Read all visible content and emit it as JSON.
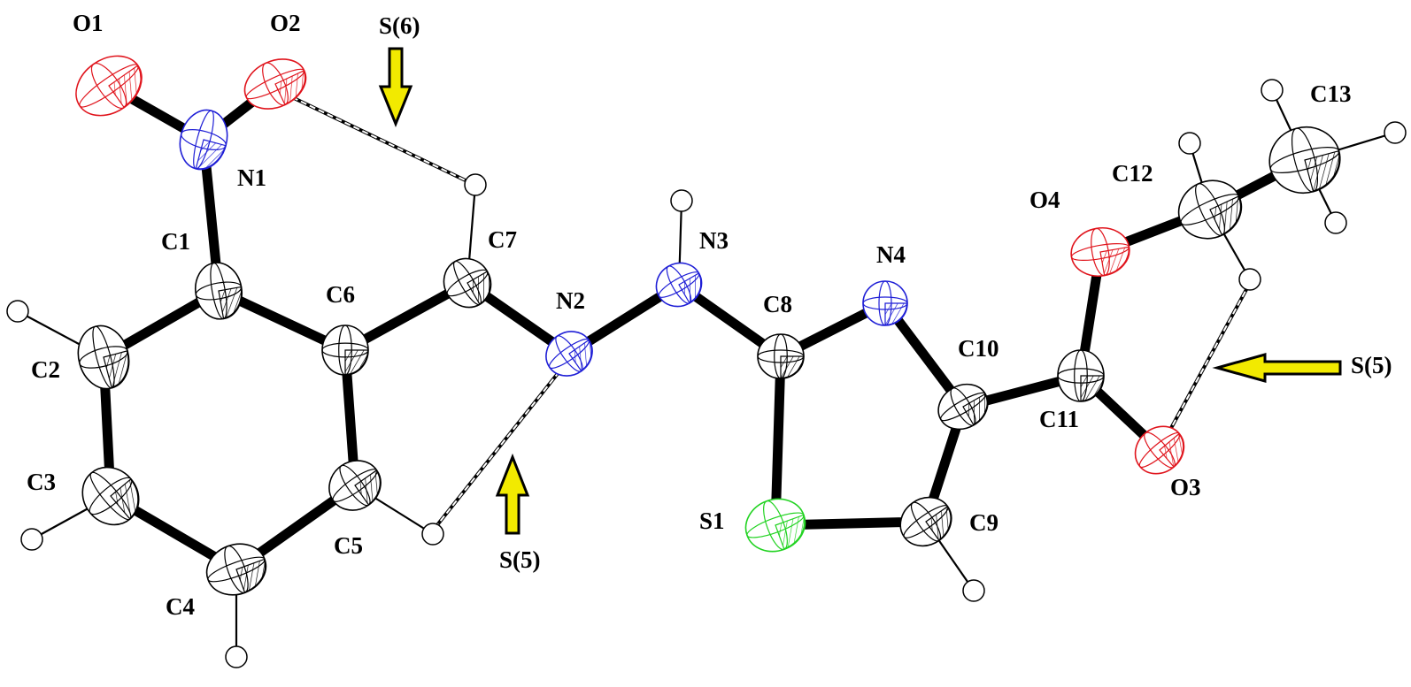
{
  "colors": {
    "carbon": "#000000",
    "oxygen": "#e0141c",
    "nitrogen": "#1f1fd6",
    "sulfur": "#22d322",
    "hydrogen": "#000000",
    "arrow_fill": "#f2ea00",
    "arrow_stroke": "#000000"
  },
  "atom_labels": {
    "O1": "O1",
    "O2": "O2",
    "N1": "N1",
    "C1": "C1",
    "C2": "C2",
    "C3": "C3",
    "C4": "C4",
    "C5": "C5",
    "C6": "C6",
    "C7": "C7",
    "N2": "N2",
    "N3": "N3",
    "C8": "C8",
    "N4": "N4",
    "S1": "S1",
    "C9": "C9",
    "C10": "C10",
    "C11": "C11",
    "O3": "O3",
    "O4": "O4",
    "C12": "C12",
    "C13": "C13"
  },
  "motif_labels": {
    "s6": "S(6)",
    "s5_a": "S(5)",
    "s5_b": "S(5)"
  }
}
